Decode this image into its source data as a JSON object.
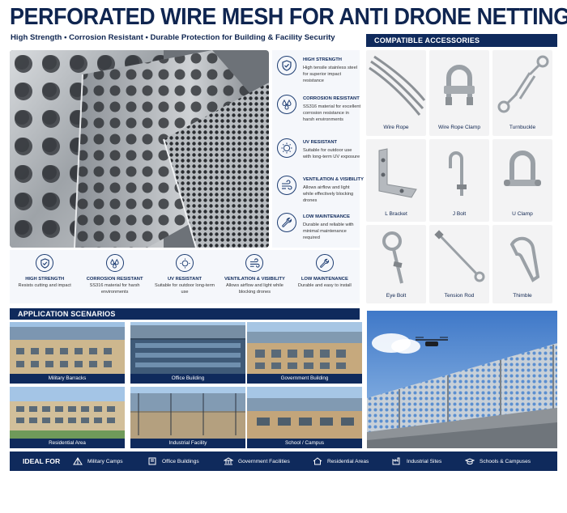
{
  "header": {
    "title": "PERFORATED WIRE MESH FOR ANTI DRONE NETTING",
    "subtitle": "High Strength • Corrosion Resistant • Durable Protection for Building & Facility Security"
  },
  "features": [
    {
      "icon": "shield-check-icon",
      "title": "HIGH STRENGTH",
      "desc": "High tensile stainless steel for superior impact resistance"
    },
    {
      "icon": "droplets-icon",
      "title": "CORROSION RESISTANT",
      "desc": "SS316 material for excellent corrosion resistance in harsh environments"
    },
    {
      "icon": "uv-sun-icon",
      "title": "UV RESISTANT",
      "desc": "Suitable for outdoor use with long-term UV exposure"
    },
    {
      "icon": "wind-icon",
      "title": "VENTILATION & VISIBILITY",
      "desc": "Allows airflow and light while effectively blocking drones"
    },
    {
      "icon": "wrench-icon",
      "title": "LOW MAINTENANCE",
      "desc": "Durable and reliable with minimal maintenance required"
    }
  ],
  "bottom_features": [
    {
      "icon": "shield-check-icon",
      "title": "HIGH STRENGTH",
      "desc": "Resists cutting and impact"
    },
    {
      "icon": "droplets-icon",
      "title": "CORROSION RESISTANT",
      "desc": "SS316 material for harsh environments"
    },
    {
      "icon": "uv-sun-icon",
      "title": "UV RESISTANT",
      "desc": "Suitable for outdoor long-term use"
    },
    {
      "icon": "wind-icon",
      "title": "VENTILATION & VISIBILITY",
      "desc": "Allows airflow and light while blocking drones"
    },
    {
      "icon": "wrench-icon",
      "title": "LOW MAINTENANCE",
      "desc": "Durable and easy to install"
    }
  ],
  "accessories": {
    "header": "COMPATIBLE ACCESSORIES",
    "items": [
      {
        "label": "Wire Rope"
      },
      {
        "label": "Wire Rope Clamp"
      },
      {
        "label": "Turnbuckle"
      },
      {
        "label": "L Bracket"
      },
      {
        "label": "J Bolt"
      },
      {
        "label": "U Clamp"
      },
      {
        "label": "Eye Bolt"
      },
      {
        "label": "Tension Rod"
      },
      {
        "label": "Thimble"
      }
    ]
  },
  "applications": {
    "header": "APPLICATION SCENARIOS",
    "scenes": [
      {
        "label": "Military Barracks"
      },
      {
        "label": "Office Building"
      },
      {
        "label": "Government Building"
      },
      {
        "label": "Residential Area"
      },
      {
        "label": "Industrial Facility"
      },
      {
        "label": "School / Campus"
      }
    ]
  },
  "ideal_for": {
    "label": "IDEAL FOR",
    "items": [
      {
        "icon": "tent-icon",
        "label": "Military Camps"
      },
      {
        "icon": "office-building-icon",
        "label": "Office Buildings"
      },
      {
        "icon": "government-building-icon",
        "label": "Government Facilities"
      },
      {
        "icon": "house-icon",
        "label": "Residential Areas"
      },
      {
        "icon": "factory-icon",
        "label": "Industrial Sites"
      },
      {
        "icon": "graduation-cap-icon",
        "label": "Schools & Campuses"
      }
    ]
  },
  "colors": {
    "navy": "#0f2a5c",
    "panel": "#f5f7fb"
  }
}
